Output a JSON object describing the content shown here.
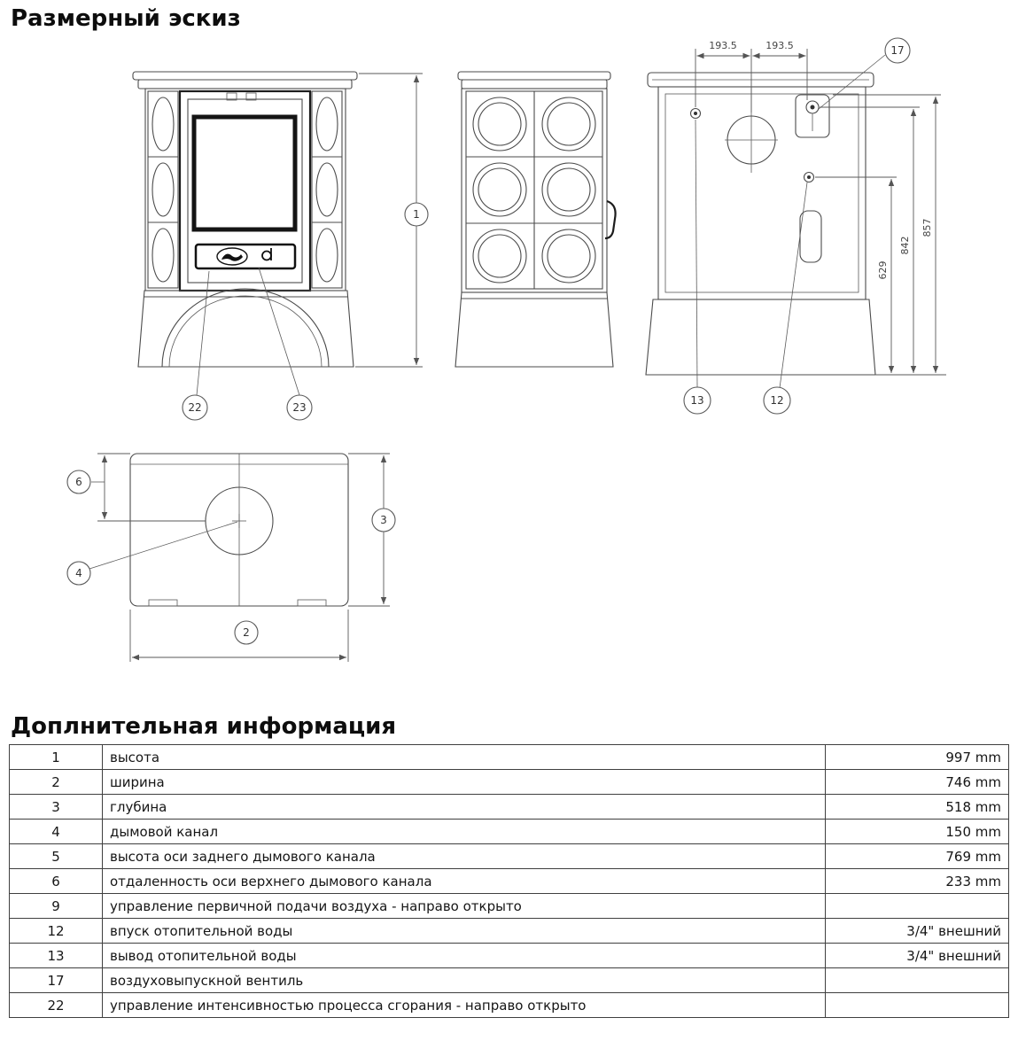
{
  "titles": {
    "drawing": "Размерный эскиз",
    "info": "Доплнительная информация"
  },
  "drawing": {
    "callout_1": "1",
    "callout_2": "2",
    "callout_3": "3",
    "callout_4": "4",
    "callout_6": "6",
    "callout_12": "12",
    "callout_13": "13",
    "callout_17": "17",
    "callout_22": "22",
    "callout_23": "23",
    "dim_top_left": "193.5",
    "dim_top_right": "193.5",
    "dim_629": "629",
    "dim_842": "842",
    "dim_857": "857"
  },
  "table": {
    "rows": [
      {
        "num": "1",
        "label": "высота",
        "value": "997 mm"
      },
      {
        "num": "2",
        "label": "ширина",
        "value": "746 mm"
      },
      {
        "num": "3",
        "label": "глубина",
        "value": "518 mm"
      },
      {
        "num": "4",
        "label": "дымовой канал",
        "value": "150 mm"
      },
      {
        "num": "5",
        "label": "высота оси заднего дымового канала",
        "value": "769 mm"
      },
      {
        "num": "6",
        "label": "отдаленность оси верхнего дымового канала",
        "value": "233 mm"
      },
      {
        "num": "9",
        "label": "управление первичной подачи воздуха - направо открыто",
        "value": ""
      },
      {
        "num": "12",
        "label": "впуск отопительной воды",
        "value": "3/4\" внешний"
      },
      {
        "num": "13",
        "label": "вывод отопительной воды",
        "value": "3/4\" внешний"
      },
      {
        "num": "17",
        "label": "воздуховыпускной вентиль",
        "value": ""
      },
      {
        "num": "22",
        "label": "управление интенсивностью процесса сгорания - направо открыто",
        "value": ""
      }
    ]
  }
}
